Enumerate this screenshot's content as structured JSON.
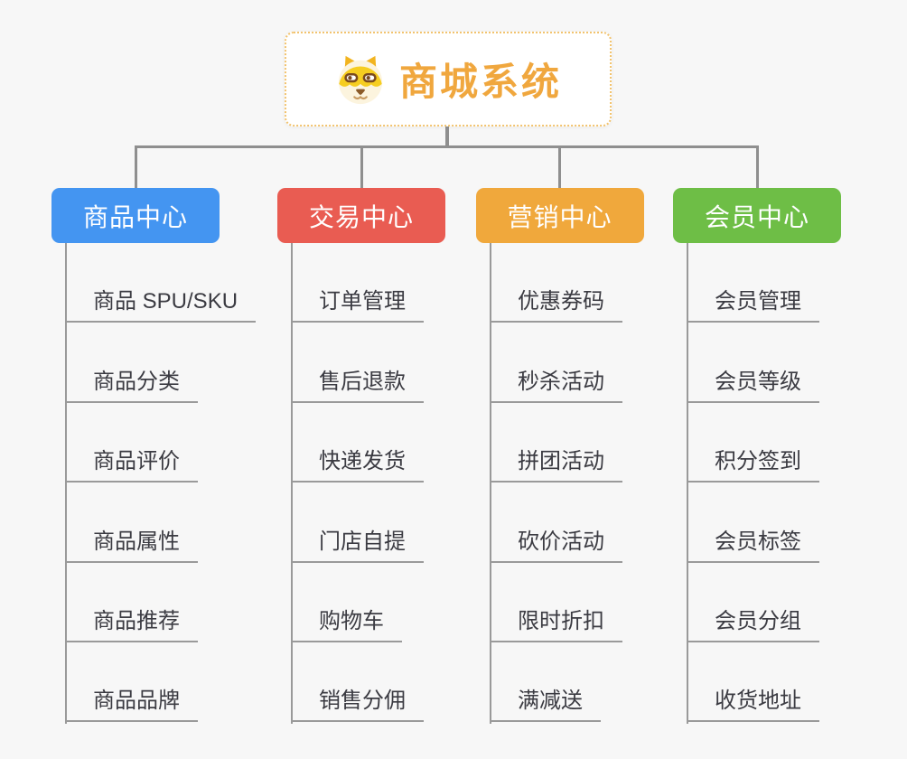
{
  "root": {
    "label": "商城系统",
    "icon": "shiba-dog-icon",
    "text_color": "#f0a73e",
    "border_color": "#f2c36e",
    "bg": "#ffffff"
  },
  "connector_color": "#8f8f8f",
  "leaf_text_color": "#3b3b42",
  "underline_color": "#9a9a9a",
  "background_color": "#f7f7f7",
  "branches": [
    {
      "label": "商品中心",
      "color": "#4495f1",
      "children": [
        "商品 SPU/SKU",
        "商品分类",
        "商品评价",
        "商品属性",
        "商品推荐",
        "商品品牌"
      ]
    },
    {
      "label": "交易中心",
      "color": "#e95c52",
      "children": [
        "订单管理",
        "售后退款",
        "快递发货",
        "门店自提",
        "购物车",
        "销售分佣"
      ]
    },
    {
      "label": "营销中心",
      "color": "#f0a83c",
      "children": [
        "优惠券码",
        "秒杀活动",
        "拼团活动",
        "砍价活动",
        "限时折扣",
        "满减送"
      ]
    },
    {
      "label": "会员中心",
      "color": "#6ebe46",
      "children": [
        "会员管理",
        "会员等级",
        "积分签到",
        "会员标签",
        "会员分组",
        "收货地址"
      ]
    }
  ]
}
